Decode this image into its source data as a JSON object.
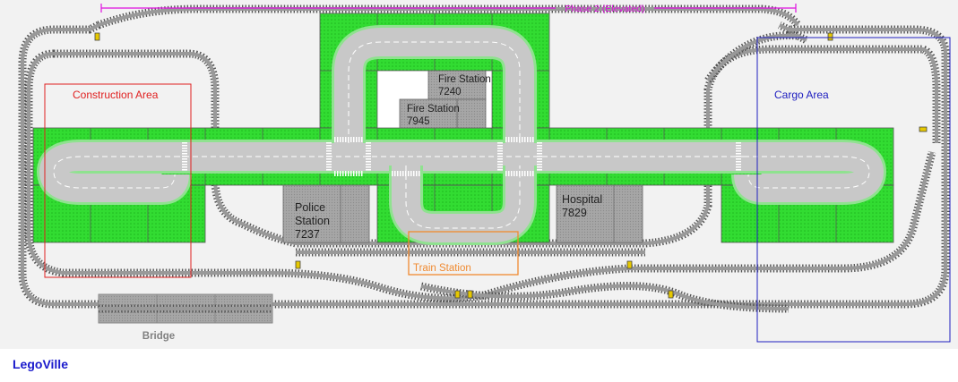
{
  "title": "LegoVille",
  "phase_label": "Phase 2 (Elevated)",
  "areas": {
    "construction": "Construction Area",
    "cargo": "Cargo Area",
    "train_station": "Train Station",
    "bridge": "Bridge"
  },
  "buildings": {
    "fire_station_a": {
      "line1": "Fire Station",
      "line2": "7240"
    },
    "fire_station_b": {
      "line1": "Fire Station",
      "line2": "7945"
    },
    "police": {
      "line1": "Police",
      "line2": "Station",
      "line3": "7237"
    },
    "hospital": {
      "line1": "Hospital",
      "line2": "7829"
    }
  },
  "colors": {
    "baseplate": "#2ee02e",
    "road": "#c8c8c8",
    "building": "#a6a6a6",
    "track_tie": "#555555",
    "construction": "#e02020",
    "cargo": "#2020c0",
    "train_station": "#f08a30",
    "phase": "#e010e0",
    "title": "#1a1acc",
    "bridge_text": "#808080",
    "signal": "#e6c800"
  }
}
